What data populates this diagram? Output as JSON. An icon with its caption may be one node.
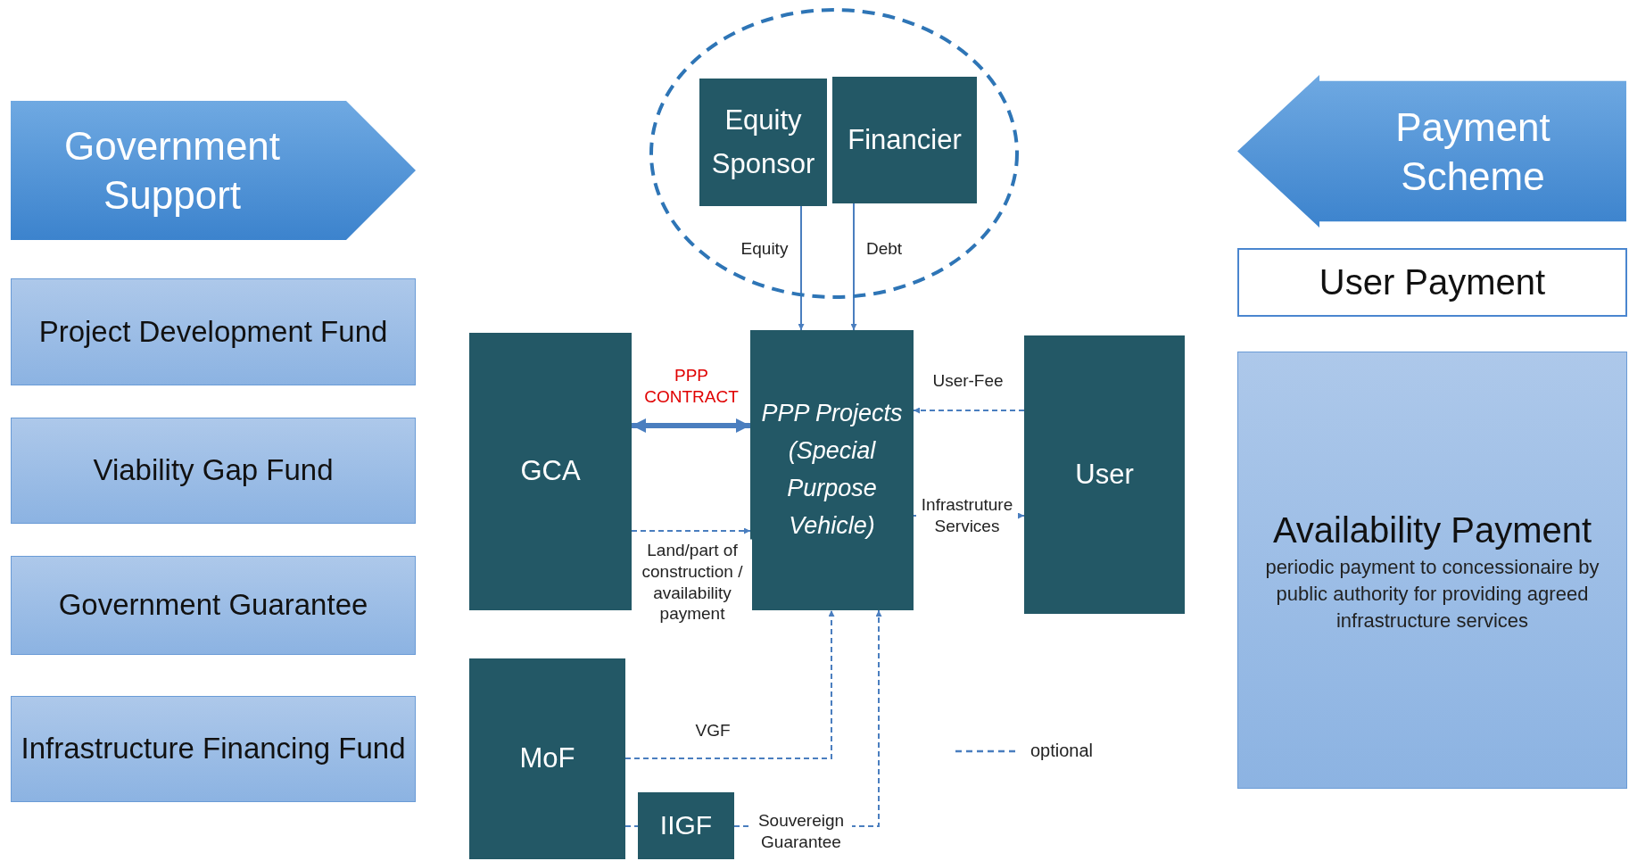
{
  "diagram": {
    "nodes": [
      {
        "text": [
          "Government Support"
        ]
      },
      {
        "text": [
          "Project Development Fund"
        ]
      },
      {
        "text": [
          "Viability Gap Fund"
        ]
      },
      {
        "text": [
          "Government Guarantee"
        ]
      },
      {
        "text": [
          "Infrastructure Financing Fund"
        ]
      },
      {
        "text": [],
        "shape": "ellipse"
      },
      {
        "text": [
          "Equity Sponsor"
        ],
        "in": 5
      },
      {
        "text": [
          "Financier"
        ],
        "in": 5
      },
      {
        "text": [
          "Payment Scheme"
        ]
      },
      {
        "text": [
          "User Payment"
        ]
      },
      {
        "text": [
          "GCA"
        ]
      },
      {
        "text": [
          "PPP Projects (Special Purpose Vehicle)"
        ]
      },
      {
        "text": [
          "User"
        ]
      },
      {
        "text": [
          "Availability Payment",
          "periodic payment to concessionaire by public authority for providing agreed infrastructure services"
        ]
      },
      {
        "text": [
          "MoF"
        ]
      },
      {
        "text": [
          "IIGF"
        ]
      }
    ],
    "edges": [
      {
        "from": 6,
        "to": 11,
        "arrow": "to",
        "label": "Equity"
      },
      {
        "from": 7,
        "to": 11,
        "arrow": "to",
        "label": "Debt"
      },
      {
        "from": 10,
        "to": 11,
        "arrow": "both",
        "style": "thick",
        "label": "PPP CONTRACT"
      },
      {
        "from": 10,
        "to": 11,
        "arrow": "to",
        "style": "dashed",
        "label": "Land/part of construction / availability payment"
      },
      {
        "from": 12,
        "to": 11,
        "arrow": "to",
        "style": "dashed",
        "label": "User-Fee"
      },
      {
        "from": 11,
        "to": 12,
        "arrow": "to",
        "label": "Infrastruture Services"
      },
      {
        "from": 14,
        "to": 11,
        "arrow": "to",
        "style": "dashed",
        "label": "VGF"
      },
      {
        "from": 15,
        "to": 11,
        "arrow": "to",
        "style": "dashed",
        "label": "Souvereign Guarantee"
      },
      {
        "from": 14,
        "to": 15,
        "arrow": "none",
        "style": "dashed"
      }
    ],
    "legend": [
      {
        "text": "optional"
      }
    ]
  }
}
